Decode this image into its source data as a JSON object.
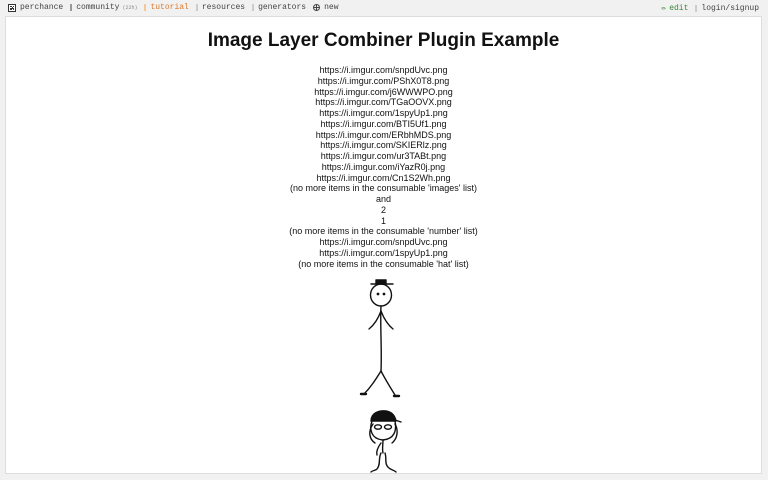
{
  "topbar": {
    "left": [
      {
        "label": "perchance",
        "icon": "dice-icon"
      },
      {
        "label": "community",
        "badge": "(22h)",
        "icon": "chat-icon"
      },
      {
        "label": "tutorial",
        "icon": "book-icon"
      },
      {
        "label": "resources",
        "icon": "link-icon"
      },
      {
        "label": "generators",
        "icon": "grid-icon"
      },
      {
        "label": "new",
        "icon": "plus-circle-icon"
      }
    ],
    "right": [
      {
        "label": "edit",
        "icon": "pencil-icon"
      },
      {
        "label": "login/signup",
        "icon": "user-icon"
      }
    ]
  },
  "page": {
    "title": "Image Layer Combiner Plugin Example",
    "output_lines": [
      "https://i.imgur.com/snpdUvc.png",
      "https://i.imgur.com/PShX0T8.png",
      "https://i.imgur.com/j6WWWPO.png",
      "https://i.imgur.com/TGaOOVX.png",
      "https://i.imgur.com/1spyUp1.png",
      "https://i.imgur.com/BTI5Uf1.png",
      "https://i.imgur.com/ERbhMDS.png",
      "https://i.imgur.com/SKIERlz.png",
      "https://i.imgur.com/ur3TABt.png",
      "https://i.imgur.com/iYazR0j.png",
      "https://i.imgur.com/Cn1S2Wh.png",
      "(no more items in the consumable 'images' list)",
      "and",
      "2",
      "1",
      "(no more items in the consumable 'number' list)",
      "https://i.imgur.com/snpdUvc.png",
      "https://i.imgur.com/1spyUp1.png",
      "(no more items in the consumable 'hat' list)"
    ],
    "images": [
      {
        "name": "stick-figure-with-top-hat"
      },
      {
        "name": "stick-figure-with-cap"
      }
    ]
  },
  "colors": {
    "tutorial": "#d97b2e",
    "edit": "#3a8a3a",
    "background": "#f1f1f1",
    "panel": "#ffffff"
  }
}
